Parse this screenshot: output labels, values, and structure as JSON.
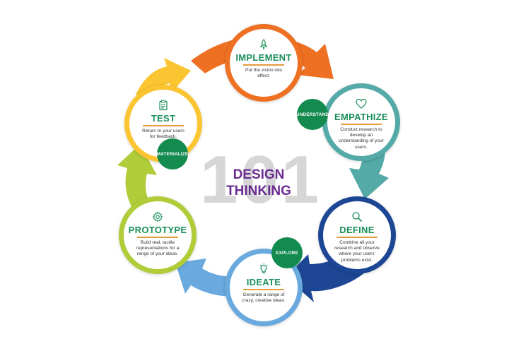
{
  "center": {
    "number": "101",
    "title_line1": "DESIGN",
    "title_line2": "THINKING"
  },
  "stages": [
    {
      "id": "implement",
      "title": "IMPLEMENT",
      "desc": "Put the vision into effect.",
      "icon": "rocket-icon",
      "color": "#ee7023"
    },
    {
      "id": "empathize",
      "title": "EMPATHIZE",
      "desc": "Conduct research to develop an understanding of your users.",
      "icon": "heart-icon",
      "color": "#53aaa6"
    },
    {
      "id": "define",
      "title": "DEFINE",
      "desc": "Combine all your research and observe where your users' problems exist.",
      "icon": "magnifier-icon",
      "color": "#1d4795"
    },
    {
      "id": "ideate",
      "title": "IDEATE",
      "desc": "Generate a range of crazy, creative ideas.",
      "icon": "lightbulb-icon",
      "color": "#69a9de"
    },
    {
      "id": "prototype",
      "title": "PROTOTYPE",
      "desc": "Build real, tactile representations for a range of your ideas.",
      "icon": "gear-icon",
      "color": "#b1cc39"
    },
    {
      "id": "test",
      "title": "TEST",
      "desc": "Return to your users for feedback.",
      "icon": "clipboard-icon",
      "color": "#fbc531"
    }
  ],
  "badges": {
    "understand": "UNDERSTAND",
    "explore": "EXPLORE",
    "materialize": "MATERIALIZE"
  },
  "colors": {
    "badge": "#138a4e",
    "title": "#1a8e5a",
    "center_title": "#6a2c91",
    "center_number": "#d6d6d6",
    "rule": "#e39b3c"
  }
}
